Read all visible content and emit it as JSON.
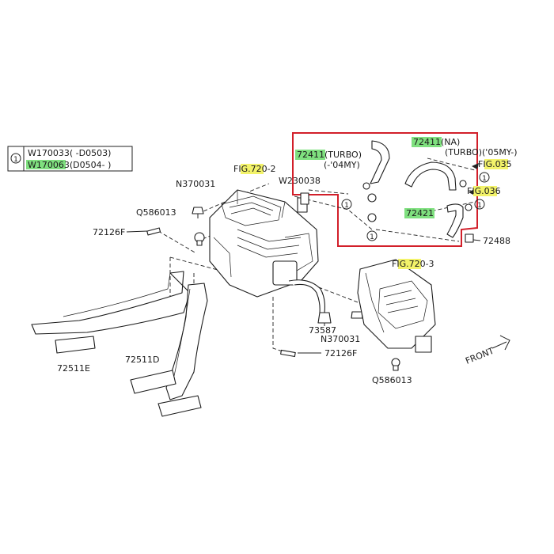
{
  "colors": {
    "highlight_green": "#7fe07f",
    "highlight_yellow": "#f3f36a",
    "callout_border": "#d21f2a",
    "line": "#1c1c1c"
  },
  "legend": {
    "circle_number": "1",
    "row1": "W170033(  -D0503)",
    "row2_code": "W170063",
    "row2_rest": "(D0504-  )"
  },
  "labels": {
    "n370031_top": "N370031",
    "w230038": "W230038",
    "q586013_left": "Q586013",
    "p72126f_top": "72126F",
    "p72511e": "72511E",
    "p72511d": "72511D",
    "p73587": "73587",
    "n370031_bottom": "N370031",
    "p72126f_bottom": "72126F",
    "q586013_bottom": "Q586013",
    "p72488": "72488",
    "front": "FRONT",
    "fig720_2": {
      "pre": "F",
      "hl": "IG.72",
      "post": "0-2"
    },
    "fig720_3": {
      "pre": "F",
      "hl": "IG.72",
      "post": "0-3"
    },
    "fig035": {
      "pre": "F",
      "hl": "IG.03",
      "post": "5"
    },
    "fig036": {
      "pre": "F",
      "hl": "IG.03",
      "post": "6"
    },
    "p72411_turbo": {
      "code": "72411",
      "line1": "(TURBO)",
      "line2": "(-'04MY)"
    },
    "p72411_na": {
      "code": "72411",
      "line1": "(NA)",
      "line2": "(TURBO)('05MY-)"
    },
    "p72421": "72421",
    "circle_a": "1",
    "circle_b": "1",
    "circle_c": "1",
    "circle_d": "1"
  }
}
